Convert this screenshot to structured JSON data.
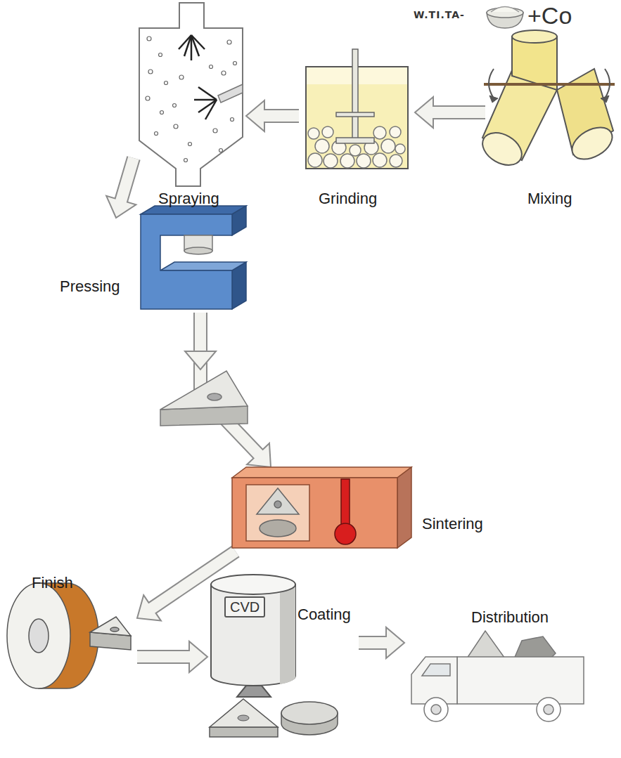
{
  "diagram": {
    "nodes": [
      {
        "text": [
          "Mixing"
        ]
      },
      {
        "text": [
          "Grinding"
        ]
      },
      {
        "text": [
          "Spraying"
        ]
      },
      {
        "text": [
          "Pressing"
        ]
      },
      {
        "text": [
          "Sintering"
        ]
      },
      {
        "text": [
          "Finish"
        ]
      },
      {
        "text": [
          "Coating"
        ]
      },
      {
        "text": [
          "Distribution"
        ]
      }
    ],
    "edges": [
      {
        "from": 0,
        "to": 1,
        "arrow": "to"
      },
      {
        "from": 1,
        "to": 2,
        "arrow": "to"
      },
      {
        "from": 2,
        "to": 3,
        "arrow": "to"
      },
      {
        "from": 3,
        "to": 4,
        "arrow": "to"
      },
      {
        "from": 4,
        "to": 5,
        "arrow": "to"
      },
      {
        "from": 5,
        "to": 6,
        "arrow": "to"
      },
      {
        "from": 6,
        "to": 7,
        "arrow": "to"
      }
    ],
    "labels": [
      "W.TI.TA-",
      "+Co",
      "CVD"
    ]
  }
}
